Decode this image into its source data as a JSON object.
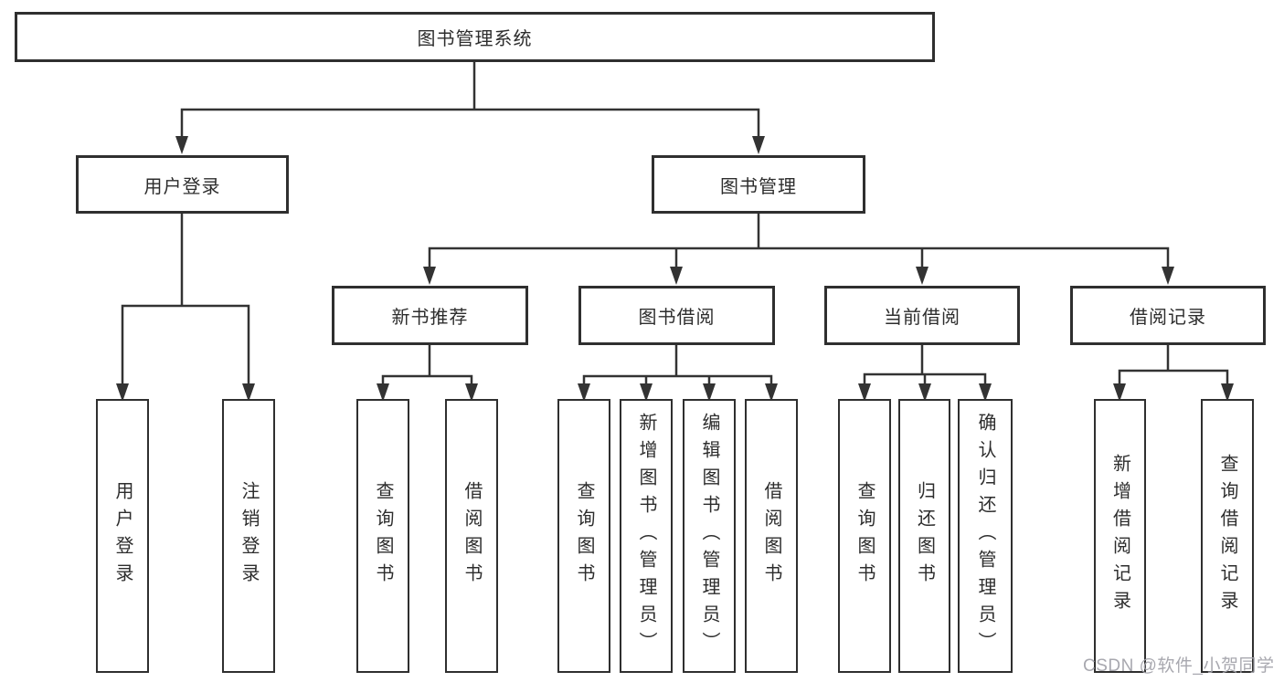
{
  "diagram": {
    "title": "图书管理系统",
    "tree": {
      "root": {
        "label": "图书管理系统"
      },
      "children": [
        {
          "label": "用户登录",
          "children": [
            {
              "label": "用户登录"
            },
            {
              "label": "注销登录"
            }
          ]
        },
        {
          "label": "图书管理",
          "children": [
            {
              "label": "新书推荐",
              "children": [
                {
                  "label": "查询图书"
                },
                {
                  "label": "借阅图书"
                }
              ]
            },
            {
              "label": "图书借阅",
              "children": [
                {
                  "label": "查询图书"
                },
                {
                  "label": "新增图书（管理员）"
                },
                {
                  "label": "编辑图书（管理员）"
                },
                {
                  "label": "借阅图书"
                }
              ]
            },
            {
              "label": "当前借阅",
              "children": [
                {
                  "label": "查询图书"
                },
                {
                  "label": "归还图书"
                },
                {
                  "label": "确认归还（管理员）"
                }
              ]
            },
            {
              "label": "借阅记录",
              "children": [
                {
                  "label": "新增借阅记录"
                },
                {
                  "label": "查询借阅记录"
                }
              ]
            }
          ]
        }
      ]
    }
  },
  "watermark": {
    "text": "CSDN @软件_小贺同学"
  },
  "colors": {
    "line": "#333333",
    "box_border": "#2f2f2f",
    "text": "#2d2d2d",
    "watermark": "#a3a3ab",
    "background": "#ffffff"
  }
}
